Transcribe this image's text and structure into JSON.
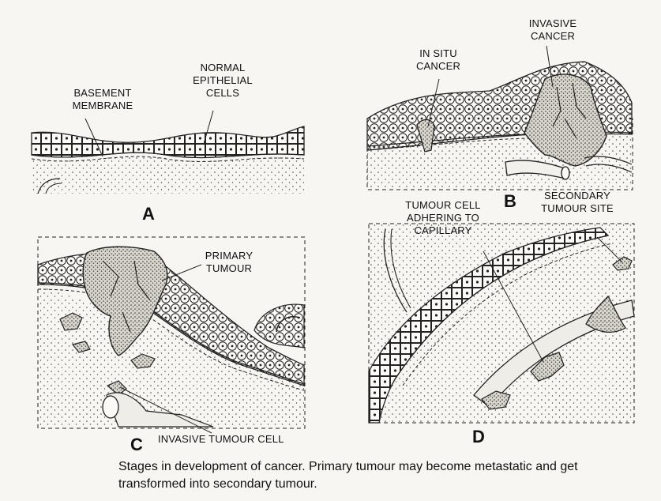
{
  "panels": {
    "A": {
      "letter": "A",
      "labels": {
        "basement_membrane": "BASEMENT\nMEMBRANE",
        "normal_epithelial_cells": "NORMAL\nEPITHELIAL\nCELLS"
      }
    },
    "B": {
      "letter": "B",
      "labels": {
        "in_situ_cancer": "IN SITU\nCANCER",
        "invasive_cancer": "INVASIVE\nCANCER"
      }
    },
    "C": {
      "letter": "C",
      "labels": {
        "primary_tumour": "PRIMARY\nTUMOUR",
        "invasive_tumour_cell": "INVASIVE TUMOUR CELL"
      }
    },
    "D": {
      "letter": "D",
      "labels": {
        "tumour_cell_adhering": "TUMOUR CELL\nADHERING TO\nCAPILLARY",
        "secondary_tumour_site": "SECONDARY\nTUMOUR SITE"
      }
    }
  },
  "caption": "Stages in development of cancer. Primary tumour may become metastatic and get transformed into secondary tumour.",
  "colors": {
    "ink": "#1a1a1a",
    "paper": "#f7f6f3",
    "tumour_fill": "#c9c6be"
  }
}
